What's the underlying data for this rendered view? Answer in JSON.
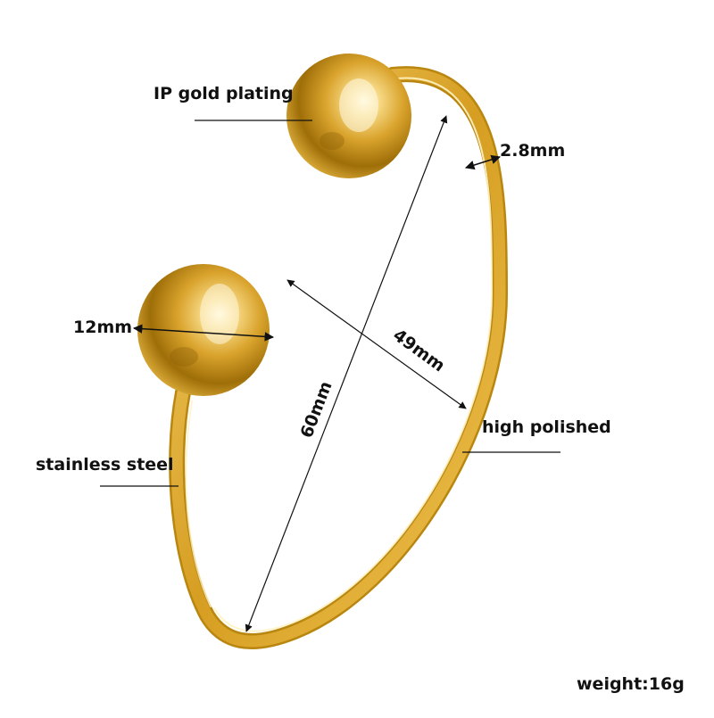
{
  "labels": {
    "plating": "IP gold plating",
    "wire_thickness": "2.8mm",
    "ball_diameter": "12mm",
    "inner_width": "49mm",
    "height": "60mm",
    "finish": "high polished",
    "material": "stainless steel",
    "weight": "weight:16g"
  },
  "colors": {
    "gold": "#E7B43A",
    "gold_dark": "#B9860F",
    "gold_light": "#FFF0B8",
    "line": "#111111"
  }
}
